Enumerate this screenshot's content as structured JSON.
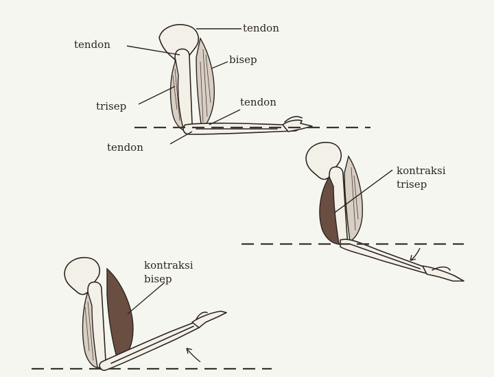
{
  "figure1": {
    "labels": {
      "tendon_top_right": "tendon",
      "tendon_top_left": "tendon",
      "bisep": "bisep",
      "trisep": "trisep",
      "tendon_elbow_right": "tendon",
      "tendon_elbow_bottom": "tendon"
    }
  },
  "figure2": {
    "label_line1": "kontraksi",
    "label_line2": "trisep"
  },
  "figure3": {
    "label_line1": "kontraksi",
    "label_line2": "bisep"
  },
  "colors": {
    "ink": "#2b2420",
    "paper": "#f6f6f1",
    "contracted_muscle": "#6b4e42",
    "relaxed_muscle": "#d8cfc4"
  }
}
